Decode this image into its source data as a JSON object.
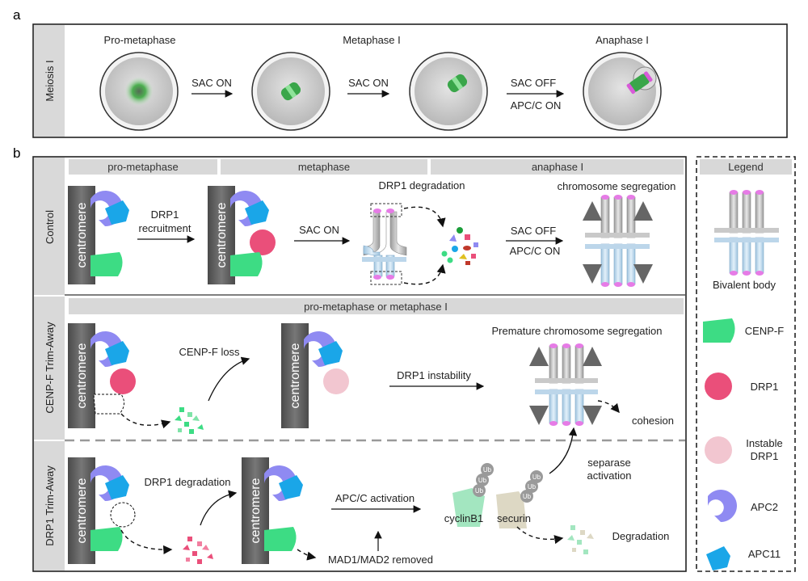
{
  "panel_a": {
    "letter": "a",
    "side_label": "Meiosis I",
    "stages": [
      "Pro-metaphase",
      "Metaphase I",
      "Anaphase I"
    ],
    "arrows": [
      "SAC ON",
      "SAC ON",
      "SAC OFF",
      "APC/C ON"
    ]
  },
  "panel_b": {
    "letter": "b",
    "headers": [
      "pro-metaphase",
      "metaphase",
      "anaphase I"
    ],
    "rows": [
      "Control",
      "CENP-F Trim-Away",
      "DRP1 Trim-Away"
    ],
    "centromere": "centromere",
    "control": {
      "drp1_recruit_1": "DRP1",
      "drp1_recruit_2": "recruitment",
      "sac_on": "SAC ON",
      "drp1_degradation": "DRP1 degradation",
      "chromosome_segregation": "chromosome segregation",
      "sac_off": "SAC OFF",
      "apcc_on": "APC/C ON"
    },
    "cenpf": {
      "banner": "pro-metaphase or metaphase I",
      "cenpf_loss": "CENP-F loss",
      "drp1_instability": "DRP1 instability",
      "premature": "Premature chromosome segregation",
      "cohesion": "cohesion"
    },
    "drp1": {
      "drp1_degradation": "DRP1 degradation",
      "apcc_activation": "APC/C activation",
      "mad_removed": "MAD1/MAD2 removed",
      "separase_1": "separase",
      "separase_2": "activation",
      "cyclin": "cyclinB1",
      "securin": "securin",
      "degradation": "Degradation",
      "ub": "Ub"
    }
  },
  "legend": {
    "title": "Legend",
    "items": [
      "Bivalent body",
      "CENP-F",
      "DRP1",
      "Instable",
      "DRP1",
      "APC2",
      "APC11"
    ]
  },
  "colors": {
    "cenpf": "#3ddc84",
    "drp1": "#ea4f7a",
    "instable_drp1": "#f2c6d0",
    "apc2": "#8f8af2",
    "apc11": "#1aa6e8",
    "centromere": "#5f5f5f",
    "header_gray": "#d8d8d8"
  }
}
